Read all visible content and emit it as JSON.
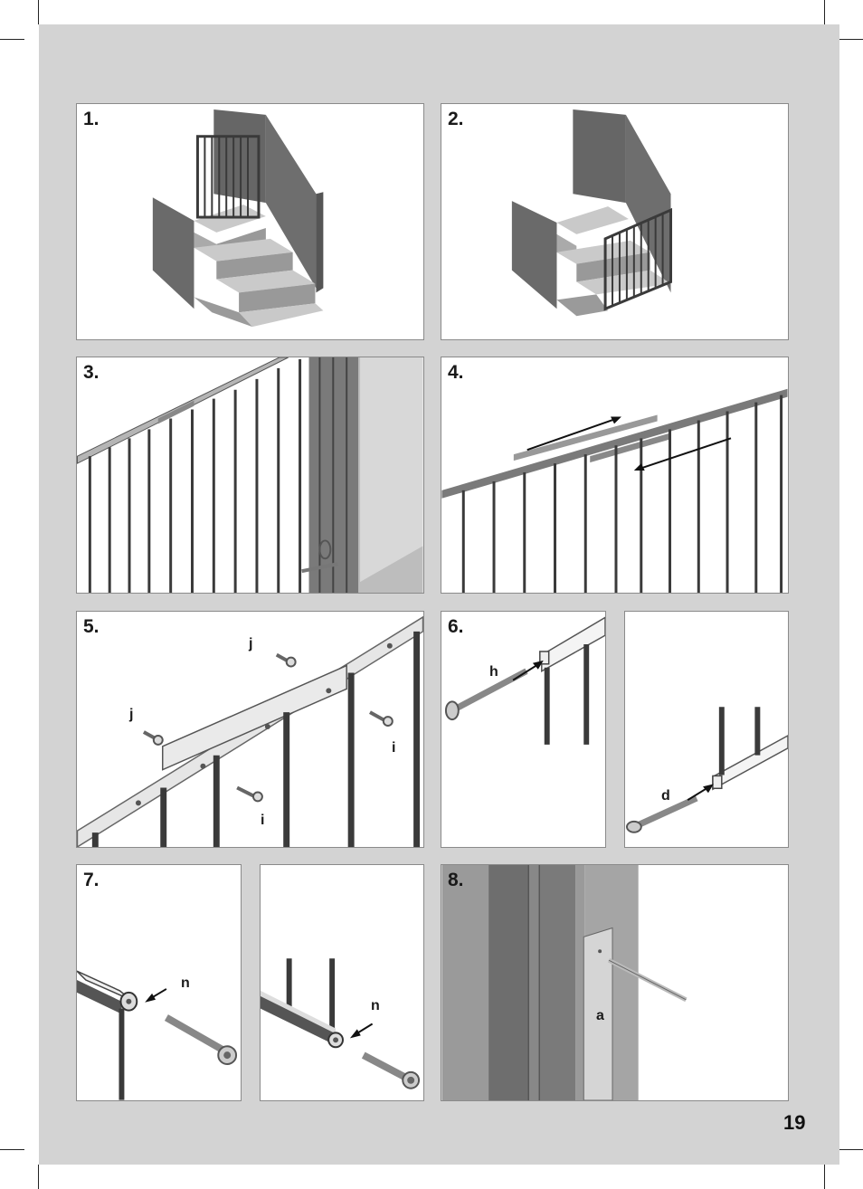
{
  "page_number": "19",
  "steps": [
    {
      "number": "1."
    },
    {
      "number": "2."
    },
    {
      "number": "3."
    },
    {
      "number": "4."
    },
    {
      "number": "5.",
      "labels": [
        "j",
        "j",
        "i",
        "i"
      ]
    },
    {
      "number": "6.",
      "labels": [
        "h",
        "d"
      ]
    },
    {
      "number": "7.",
      "labels": [
        "n",
        "n"
      ]
    },
    {
      "number": "8.",
      "labels": [
        "a"
      ]
    }
  ]
}
